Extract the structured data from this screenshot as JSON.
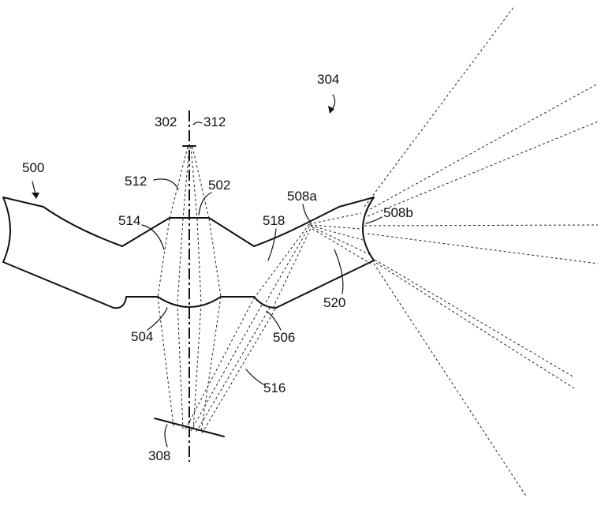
{
  "figure": {
    "labels": {
      "l_304": "304",
      "l_302": "302",
      "l_312": "312",
      "l_500": "500",
      "l_512": "512",
      "l_502": "502",
      "l_508a": "508a",
      "l_508b": "508b",
      "l_514": "514",
      "l_518": "518",
      "l_520": "520",
      "l_504": "504",
      "l_506": "506",
      "l_516": "516",
      "l_308": "308"
    },
    "colors": {
      "line": "#111111",
      "background": "#ffffff"
    }
  }
}
